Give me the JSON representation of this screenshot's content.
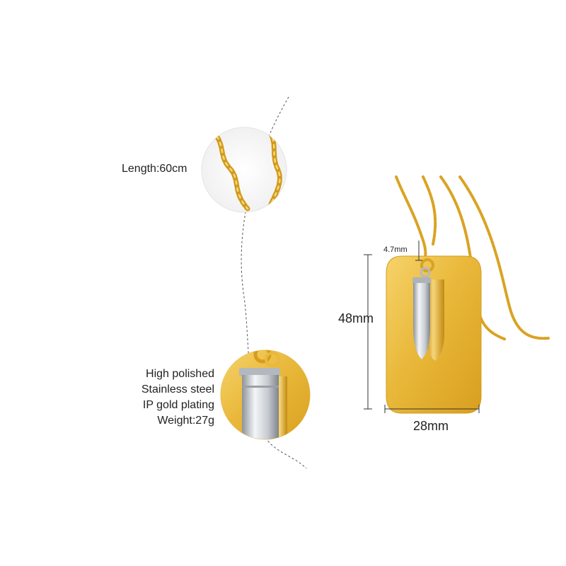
{
  "product": {
    "length_label": "Length:60cm",
    "specs": [
      "High polished",
      "Stainless steel",
      "IP gold plating",
      "Weight:27g"
    ],
    "dimensions": {
      "height": "48mm",
      "width": "28mm",
      "loop": "4.7mm"
    }
  },
  "colors": {
    "gold": "#e8b533",
    "gold_light": "#f4d77a",
    "silver": "#c9cdd2",
    "background": "#ffffff"
  }
}
